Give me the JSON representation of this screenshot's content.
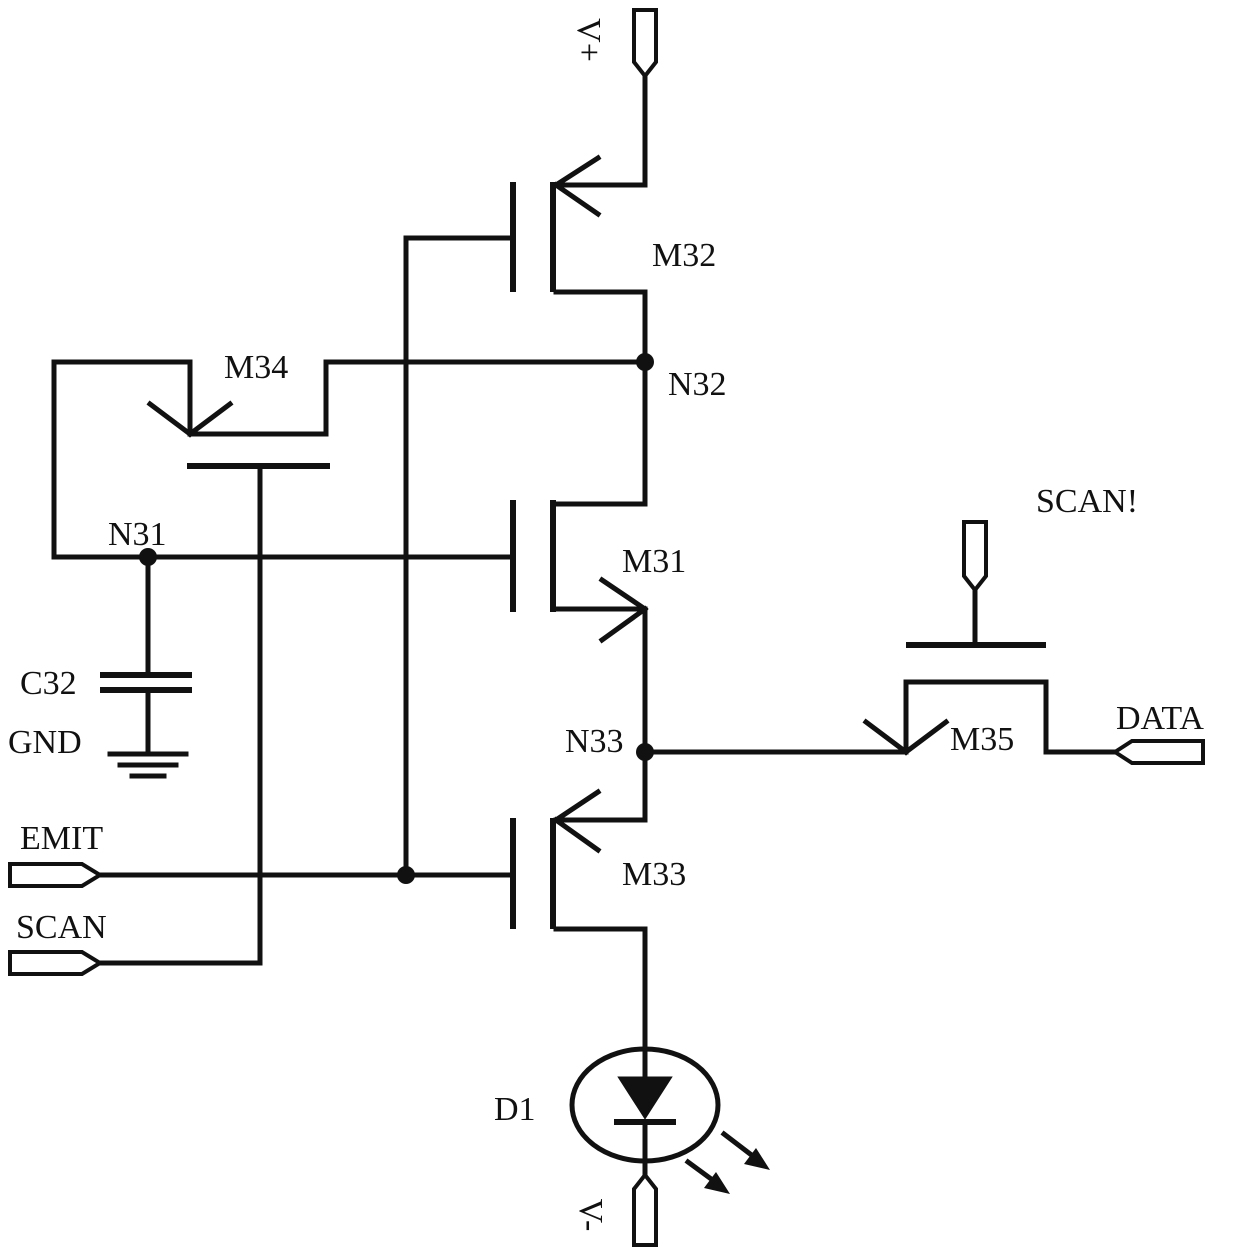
{
  "diagram": {
    "type": "pixel circuit schematic",
    "colors": {
      "wire": "#111111",
      "background": "#ffffff"
    },
    "labels": {
      "vplus": "V+",
      "vminus": "V-",
      "m31": "M31",
      "m32": "M32",
      "m33": "M33",
      "m34": "M34",
      "m35": "M35",
      "n31": "N31",
      "n32": "N32",
      "n33": "N33",
      "c32": "C32",
      "gnd": "GND",
      "d1": "D1",
      "emit": "EMIT",
      "scan": "SCAN",
      "scan_bar": "SCAN!",
      "data": "DATA"
    }
  }
}
